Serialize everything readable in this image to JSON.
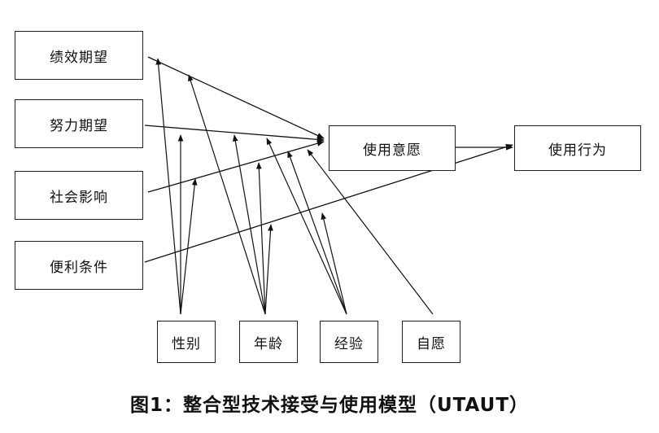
{
  "boxes": {
    "performance_expectancy": "绩效期望",
    "effort_expectancy": "努力期望",
    "social_influence": "社会影响",
    "facilitating_conditions": "便利条件",
    "behavioral_intention": "使用意愿",
    "use_behavior": "使用行为",
    "gender": "性别",
    "age": "年龄",
    "experience": "经验",
    "voluntariness": "自愿"
  },
  "caption": "图1：整合型技术接受与使用模型（UTAUT）",
  "colors": {
    "line": "#111111",
    "border": "#222222",
    "background": "#ffffff"
  }
}
